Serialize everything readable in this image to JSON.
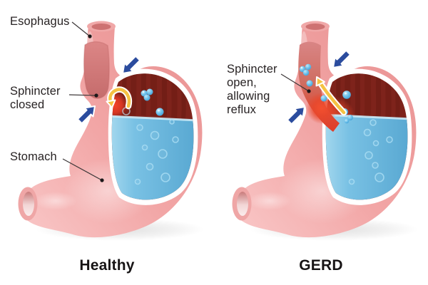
{
  "diagram": {
    "description": "Healthy stomach vs GERD stomach comparison illustration",
    "left": {
      "caption": "Healthy",
      "labels": {
        "esophagus": "Esophagus",
        "sphincter": [
          "Sphincter",
          "closed"
        ],
        "stomach": "Stomach"
      }
    },
    "right": {
      "caption": "GERD",
      "labels": {
        "sphincter": [
          "Sphincter",
          "open,",
          "allowing",
          "reflux"
        ]
      }
    },
    "colors": {
      "stomach_pink": "#F2A6A6",
      "stomach_interior_red": "#7E231B",
      "reflux_glow_red": "#EF4128",
      "gastric_fluid_blue": "#79C1E4",
      "bubble_blue": "#5FB6E6",
      "pressure_arrow_blue": "#2B4C9E",
      "reflux_arrow_yellow": "#F5C243",
      "label_text": "#282324",
      "background": "#FFFFFF"
    }
  }
}
